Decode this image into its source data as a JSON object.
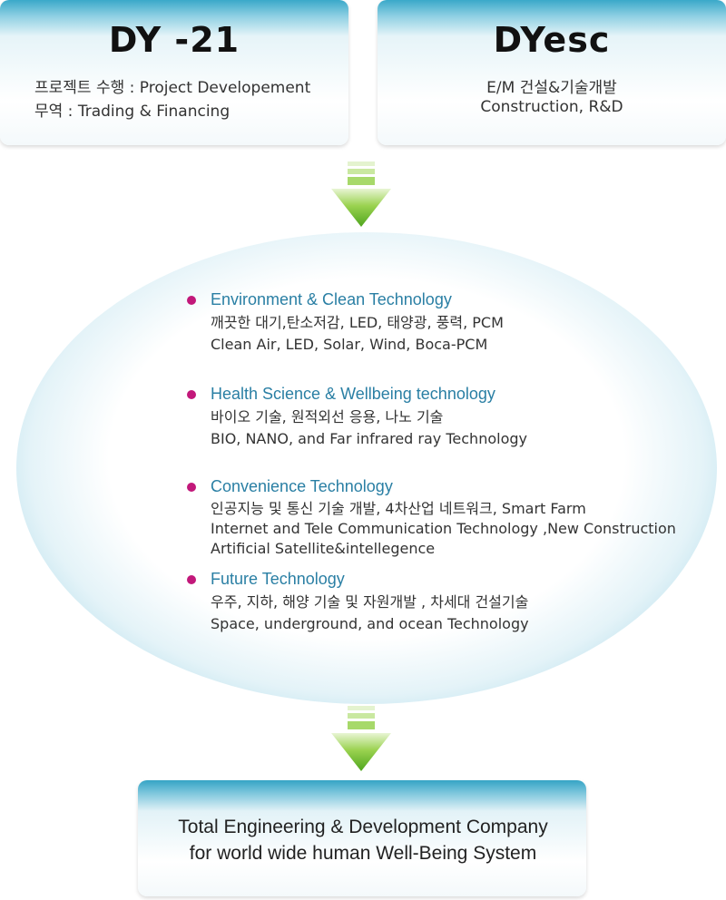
{
  "top_left": {
    "title": "DY -21",
    "line1": "프로젝트 수행 : Project Developement",
    "line2": "무역 : Trading & Financing"
  },
  "top_right": {
    "title": "DYesc",
    "line1": "E/M 건설&기술개발",
    "line2": "Construction, R&D"
  },
  "sections": [
    {
      "heading": "Environment & Clean Technology",
      "lines": [
        "깨끗한 대기,탄소저감, LED, 태양광, 풍력, PCM",
        "Clean Air, LED, Solar, Wind, Boca-PCM"
      ]
    },
    {
      "heading": "Health Science & Wellbeing technology",
      "lines": [
        "바이오 기술, 원적외선 응용, 나노 기술",
        "BIO, NANO, and Far infrared ray Technology"
      ]
    },
    {
      "heading": "Convenience Technology",
      "lines": [
        "인공지능 및 통신 기술 개발, 4차산업 네트워크, Smart Farm",
        "Internet and Tele Communication Technology ,New Construction",
        "Artificial Satellite&intellegence"
      ]
    },
    {
      "heading": "Future Technology",
      "lines": [
        "우주, 지하, 해양 기술 및 자원개발 , 차세대 건설기술",
        "Space, underground, and ocean Technology"
      ]
    }
  ],
  "bottom": {
    "line1": "Total Engineering & Development Company",
    "line2": "for world wide human Well-Being System"
  },
  "colors": {
    "header_teal": "#3aa9c9",
    "bullet_magenta": "#c2187a",
    "arrow_green": "#6cbf2e",
    "heading_blue": "#2a7fa4"
  }
}
